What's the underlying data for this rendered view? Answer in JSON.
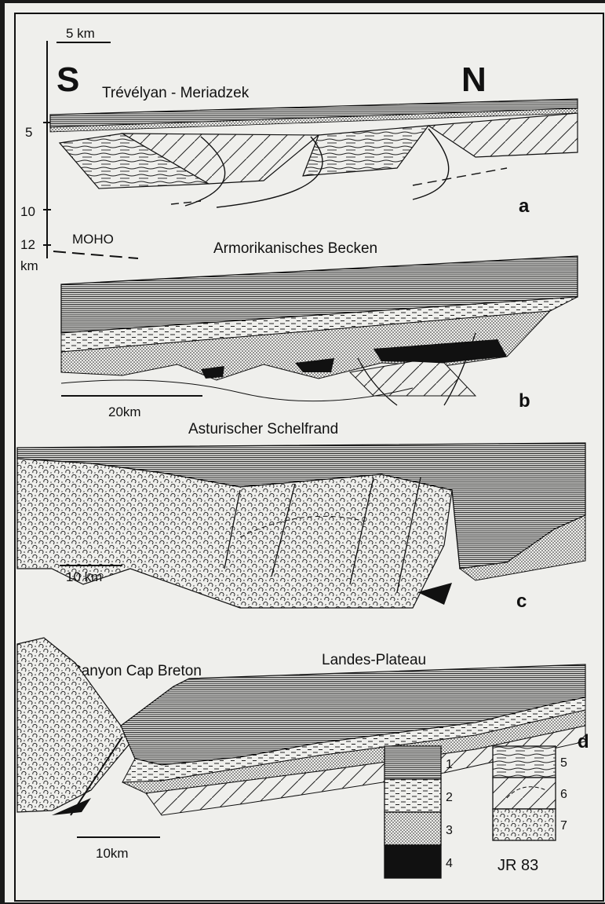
{
  "diagram": {
    "orientation": {
      "south": "S",
      "north": "N"
    },
    "panels": [
      {
        "letter": "a",
        "title": "Trévélyan - Meriadzek",
        "scale": "5 km"
      },
      {
        "letter": "b",
        "title": "Armorikanisches Becken",
        "scale": "20km"
      },
      {
        "letter": "c",
        "title": "Asturischer Schelfrand",
        "scale": "10 km"
      },
      {
        "letter": "d",
        "title": "Landes-Plateau",
        "title2": "Canyon Cap Breton",
        "scale": "10km"
      }
    ],
    "depth_axis": {
      "ticks": [
        "5",
        "10",
        "12"
      ],
      "unit": "km",
      "moho": "MOHO"
    },
    "legend": [
      {
        "key": "1",
        "pattern": "dense-lines"
      },
      {
        "key": "2",
        "pattern": "dashes"
      },
      {
        "key": "3",
        "pattern": "dots"
      },
      {
        "key": "4",
        "pattern": "solid-black"
      },
      {
        "key": "5",
        "pattern": "wavy-lines"
      },
      {
        "key": "6",
        "pattern": "faulted-blocks"
      },
      {
        "key": "7",
        "pattern": "conglomerate"
      }
    ],
    "credit": "JR 83"
  }
}
